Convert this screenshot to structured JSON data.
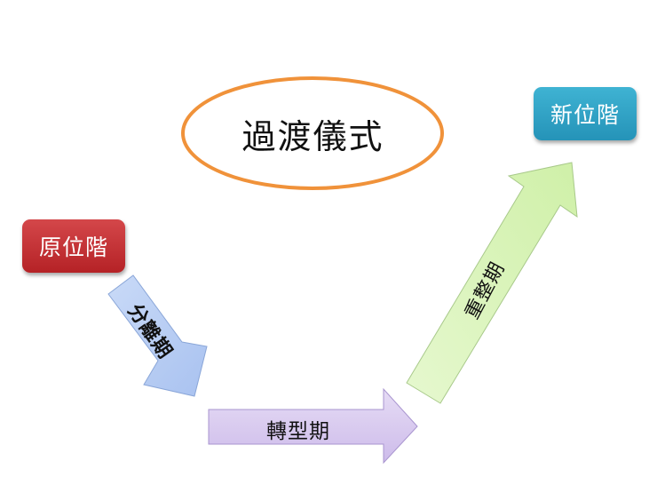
{
  "diagram": {
    "title": "過渡儀式",
    "nodes": {
      "origin": {
        "label": "原位階",
        "color": "#c0292d"
      },
      "new": {
        "label": "新位階",
        "color": "#2ea2c6"
      }
    },
    "phases": [
      {
        "id": "separation",
        "label": "分離期",
        "color": "#b7cdf4"
      },
      {
        "id": "transition",
        "label": "轉型期",
        "color": "#d9cbef"
      },
      {
        "id": "reintegration",
        "label": "重整期",
        "color": "#d9f4b7"
      }
    ],
    "title_ellipse_color": "#f0923a"
  }
}
